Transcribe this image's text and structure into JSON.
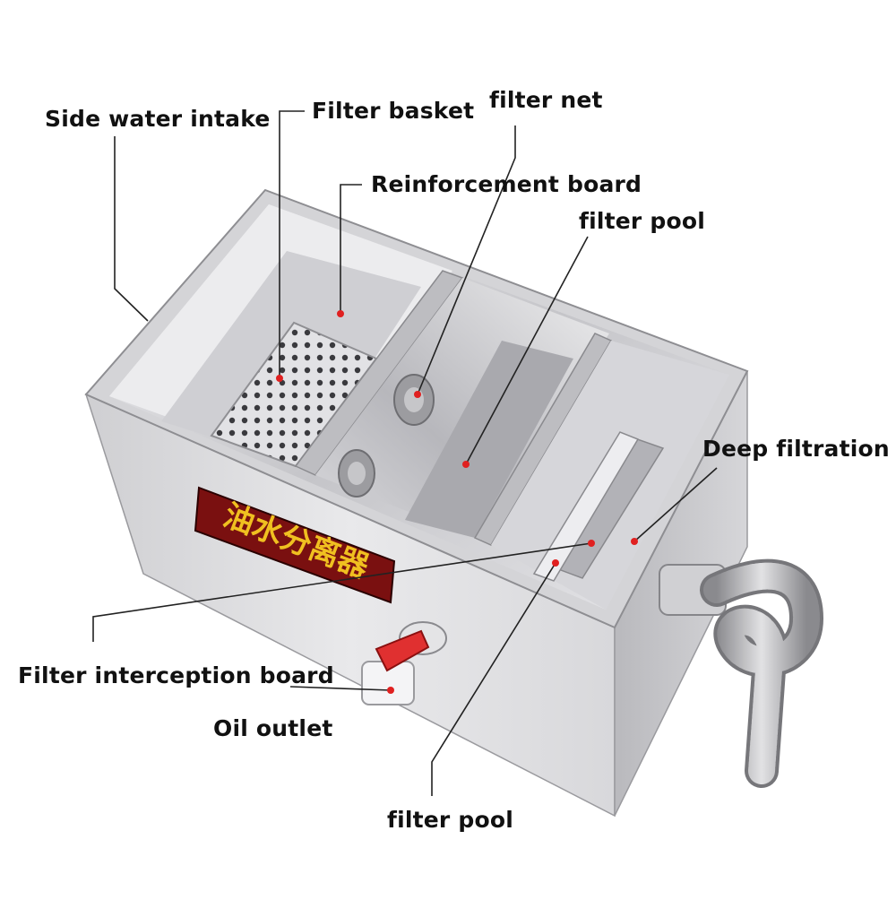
{
  "labels": {
    "side_water_intake": "Side water intake",
    "filter_basket": "Filter basket",
    "filter_net": "filter net",
    "reinforcement_board": "Reinforcement board",
    "filter_pool_top": "filter pool",
    "deep_filtration": "Deep filtration",
    "filter_interception_board": "Filter interception board",
    "oil_outlet": "Oil outlet",
    "filter_pool_bottom": "filter pool"
  },
  "product_sign": {
    "text": "油水分离器"
  },
  "colors": {
    "leader_line": "#222222",
    "marker_dot": "#e02020",
    "sign_background": "#7a1010",
    "sign_text": "#f0c020",
    "valve_handle": "#e03030",
    "steel_light": "#e4e4e6",
    "steel_dark": "#9c9ca0"
  }
}
